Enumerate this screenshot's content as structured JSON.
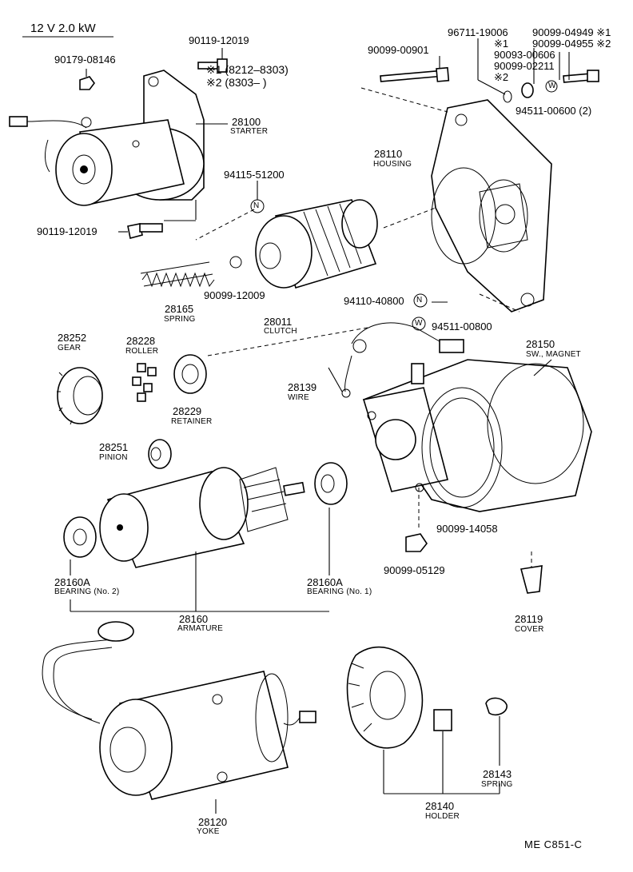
{
  "header": {
    "spec": "12 V 2.0 kW",
    "variant1": "※1 (8212–8303)",
    "variant2": "※2 (8303–       )"
  },
  "diagram_code": "ME C851-C",
  "callouts": [
    {
      "id": "p90119a",
      "part_no": "90119-12019"
    },
    {
      "id": "p90179",
      "part_no": "90179-08146"
    },
    {
      "id": "p28100",
      "part_no": "28100",
      "name": "STARTER"
    },
    {
      "id": "p94115",
      "part_no": "94115-51200",
      "symbol": "N"
    },
    {
      "id": "p90119b",
      "part_no": "90119-12019"
    },
    {
      "id": "p28165",
      "part_no": "28165",
      "name": "SPRING"
    },
    {
      "id": "p90099_12009",
      "part_no": "90099-12009"
    },
    {
      "id": "p28011",
      "part_no": "28011",
      "name": "CLUTCH"
    },
    {
      "id": "p90099_00901",
      "part_no": "90099-00901"
    },
    {
      "id": "p96711",
      "part_no": "96711-19006"
    },
    {
      "id": "m1a",
      "part_no": "※1"
    },
    {
      "id": "p90093",
      "part_no": "90093-00606"
    },
    {
      "id": "p90099_02211",
      "part_no": "90099-02211"
    },
    {
      "id": "m2a",
      "part_no": "※2"
    },
    {
      "id": "p90099_04949",
      "part_no": "90099-04949 ※1"
    },
    {
      "id": "p90099_04955",
      "part_no": "90099-04955 ※2"
    },
    {
      "id": "p94511_00600",
      "part_no": "94511-00600 (2)",
      "symbol": "W"
    },
    {
      "id": "p28110",
      "part_no": "28110",
      "name": "HOUSING"
    },
    {
      "id": "p94110",
      "part_no": "94110-40800",
      "symbol": "N"
    },
    {
      "id": "p94511_00800",
      "part_no": "94511-00800",
      "symbol": "W"
    },
    {
      "id": "p28252",
      "part_no": "28252",
      "name": "GEAR"
    },
    {
      "id": "p28228",
      "part_no": "28228",
      "name": "ROLLER"
    },
    {
      "id": "p28229",
      "part_no": "28229",
      "name": "RETAINER"
    },
    {
      "id": "p28150",
      "part_no": "28150",
      "name": "SW., MAGNET"
    },
    {
      "id": "p28139",
      "part_no": "28139",
      "name": "WIRE"
    },
    {
      "id": "p28251",
      "part_no": "28251",
      "name": "PINION"
    },
    {
      "id": "p90099_14058",
      "part_no": "90099-14058"
    },
    {
      "id": "p90099_05129",
      "part_no": "90099-05129"
    },
    {
      "id": "p28160A2",
      "part_no": "28160A",
      "name": "BEARING (No. 2)"
    },
    {
      "id": "p28160A1",
      "part_no": "28160A",
      "name": "BEARING (No. 1)"
    },
    {
      "id": "p28119",
      "part_no": "28119",
      "name": "COVER"
    },
    {
      "id": "p28160",
      "part_no": "28160",
      "name": "ARMATURE"
    },
    {
      "id": "p28143",
      "part_no": "28143",
      "name": "SPRING"
    },
    {
      "id": "p28140",
      "part_no": "28140",
      "name": "HOLDER"
    },
    {
      "id": "p28120",
      "part_no": "28120",
      "name": "YOKE"
    }
  ]
}
